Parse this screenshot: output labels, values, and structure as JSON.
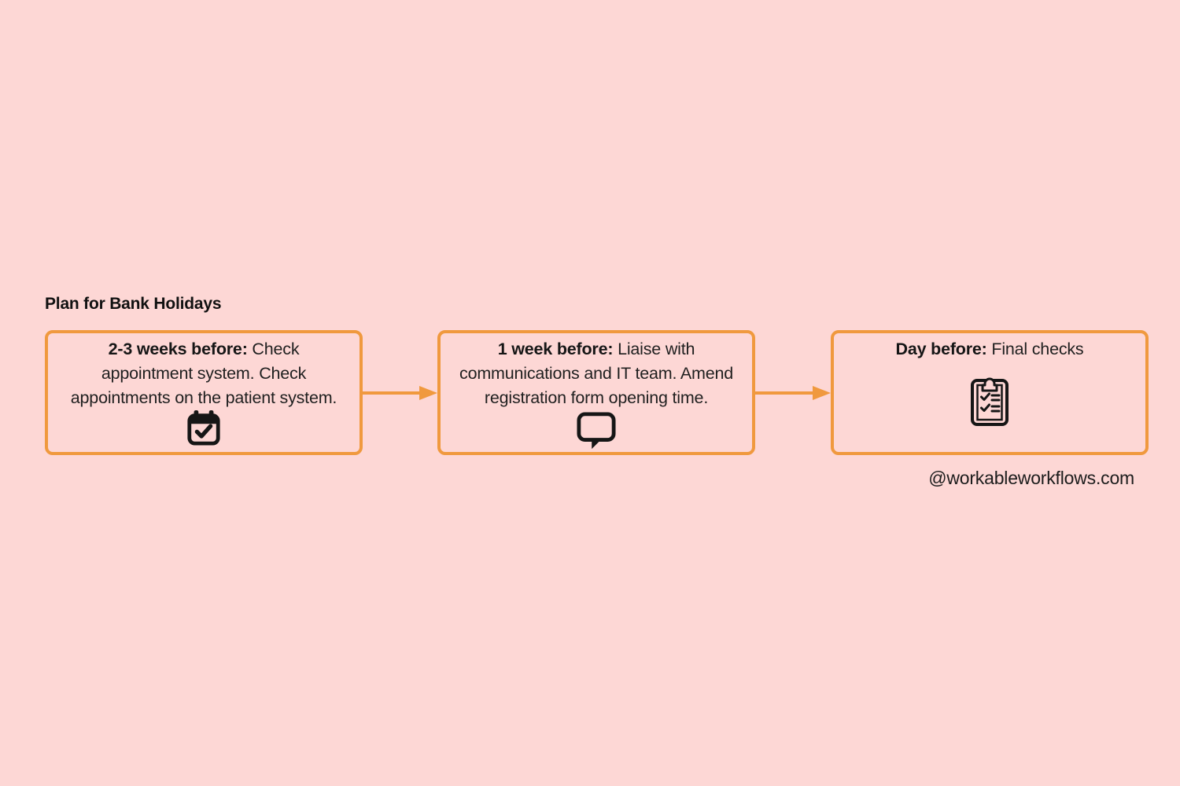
{
  "title": "Plan for Bank Holidays",
  "steps": [
    {
      "label": "2-3 weeks before:",
      "body": " Check\nappointment system. Check\nappointments on the patient system.",
      "icon": "calendar-check-icon"
    },
    {
      "label": "1 week before:",
      "body": " Liaise with\ncommunications and IT team. Amend\nregistration form opening time.",
      "icon": "speech-bubble-icon"
    },
    {
      "label": "Day before:",
      "body": " Final checks",
      "icon": "clipboard-checklist-icon"
    }
  ],
  "watermark": "@workableworkflows.com",
  "colors": {
    "background": "#fdd7d5",
    "accent_orange": "#f0993e",
    "text": "#1f1f1f",
    "icon_black": "#161616"
  }
}
